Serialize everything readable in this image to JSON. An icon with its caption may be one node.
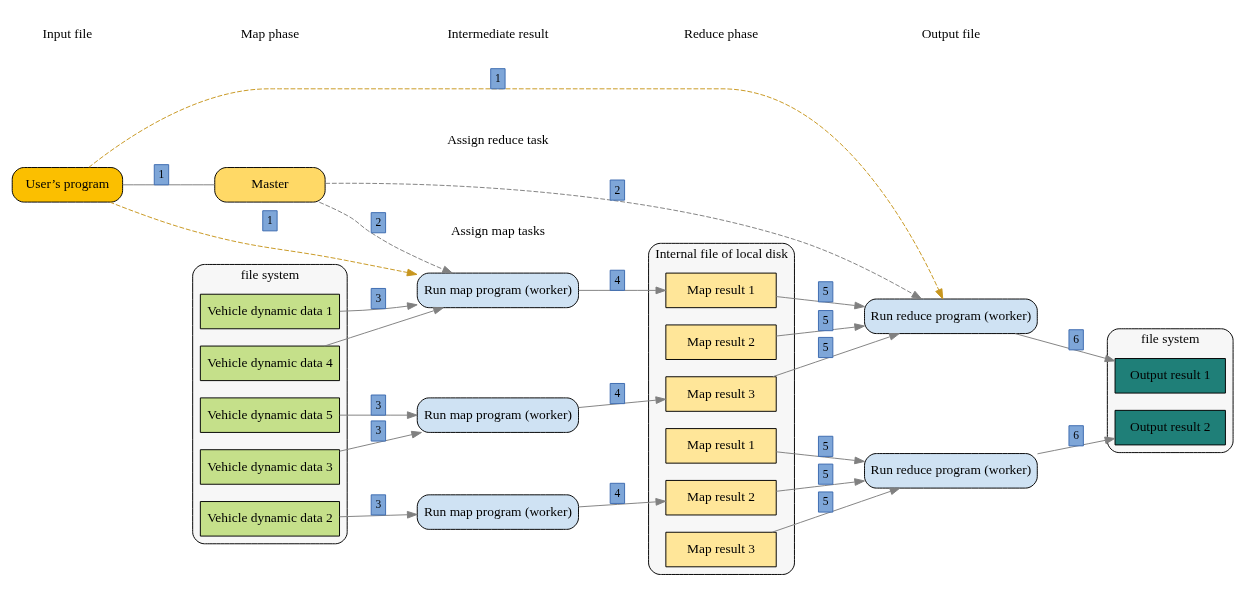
{
  "diagram": {
    "nodes": [
      {
        "text": [
          "User’s program"
        ]
      },
      {
        "text": [
          "Master"
        ]
      },
      {
        "text": [
          "file system"
        ]
      },
      {
        "text": [
          "Vehicle dynamic data 1"
        ],
        "in": 2
      },
      {
        "text": [
          "Vehicle dynamic data 2"
        ],
        "in": 2
      },
      {
        "text": [
          "Vehicle dynamic data 3"
        ],
        "in": 2
      },
      {
        "text": [
          "Vehicle dynamic data 4"
        ],
        "in": 2
      },
      {
        "text": [
          "Vehicle dynamic data 5"
        ],
        "in": 2
      },
      {
        "text": [
          "Run map program (worker)"
        ]
      },
      {
        "text": [
          "Run map program (worker)"
        ]
      },
      {
        "text": [
          "Run map program (worker)"
        ]
      },
      {
        "text": [
          "Internal file of local disk"
        ]
      },
      {
        "text": [
          "Map result 1"
        ],
        "in": 11
      },
      {
        "text": [
          "Map result 1"
        ],
        "in": 11
      },
      {
        "text": [
          "Map result 2"
        ],
        "in": 11
      },
      {
        "text": [
          "Map result 2"
        ],
        "in": 11
      },
      {
        "text": [
          "Map result 3"
        ],
        "in": 11
      },
      {
        "text": [
          "Map result 3"
        ],
        "in": 11
      },
      {
        "text": [
          "Run reduce program (worker)"
        ]
      },
      {
        "text": [
          "Run reduce program (worker)"
        ]
      },
      {
        "text": [
          "file system"
        ]
      },
      {
        "text": [
          "Output result 1"
        ],
        "in": 20
      },
      {
        "text": [
          "Output result 2"
        ],
        "in": 20
      }
    ],
    "edges": [
      {
        "from": 0,
        "to": 1,
        "arrow": "none",
        "label": "1"
      },
      {
        "from": 0,
        "to": 8,
        "arrow": "to",
        "label": "1",
        "style": "dashed",
        "color": "#c8961e"
      },
      {
        "from": 0,
        "to": 18,
        "arrow": "to",
        "label": "1",
        "style": "dashed",
        "color": "#c8961e"
      },
      {
        "from": 1,
        "to": 8,
        "arrow": "to",
        "label": "2",
        "style": "dashed"
      },
      {
        "from": 1,
        "to": 18,
        "arrow": "to",
        "label": "2",
        "style": "dashed"
      },
      {
        "from": 3,
        "to": 8,
        "arrow": "to",
        "label": "3"
      },
      {
        "from": 4,
        "to": 9,
        "arrow": "to",
        "label": "3"
      },
      {
        "from": 5,
        "to": 10,
        "arrow": "to",
        "label": "3"
      },
      {
        "from": 6,
        "to": 8,
        "arrow": "to"
      },
      {
        "from": 7,
        "to": 10,
        "arrow": "to",
        "label": "3"
      },
      {
        "from": 8,
        "to": 12,
        "arrow": "to",
        "label": "4"
      },
      {
        "from": 9,
        "to": 15,
        "arrow": "to",
        "label": "4"
      },
      {
        "from": 10,
        "to": 16,
        "arrow": "to",
        "label": "4"
      },
      {
        "from": 12,
        "to": 18,
        "arrow": "to",
        "label": "5"
      },
      {
        "from": 13,
        "to": 19,
        "arrow": "to",
        "label": "5"
      },
      {
        "from": 14,
        "to": 18,
        "arrow": "to",
        "label": "5"
      },
      {
        "from": 15,
        "to": 19,
        "arrow": "to",
        "label": "5"
      },
      {
        "from": 16,
        "to": 18,
        "arrow": "to",
        "label": "5"
      },
      {
        "from": 17,
        "to": 19,
        "arrow": "to",
        "label": "5"
      },
      {
        "from": 18,
        "to": 21,
        "arrow": "to",
        "label": "6"
      },
      {
        "from": 19,
        "to": 22,
        "arrow": "to",
        "label": "6"
      }
    ],
    "labels": [
      "Assign map tasks",
      "Assign reduce task",
      "Input file",
      "Map phase",
      "Intermediate result",
      "Reduce phase",
      "Output file"
    ]
  }
}
